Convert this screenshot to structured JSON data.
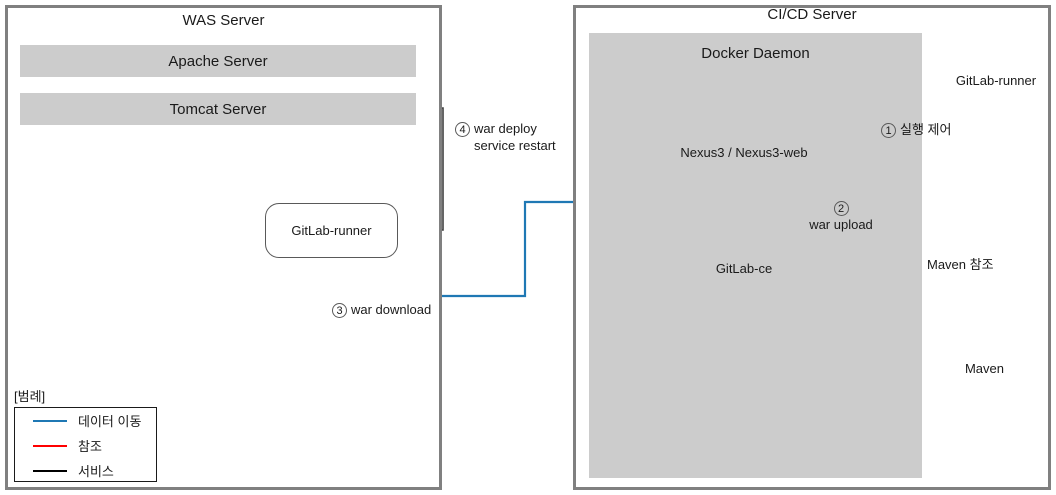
{
  "panels": {
    "was": {
      "title": "WAS Server"
    },
    "cicd": {
      "title": "CI/CD Server"
    },
    "docker": {
      "title": "Docker Daemon"
    }
  },
  "was_nodes": {
    "apache": "Apache Server",
    "tomcat": "Tomcat Server",
    "gitlab_runner": "GitLab-runner"
  },
  "cicd_nodes": {
    "nexus": "Nexus3 / Nexus3-web",
    "gitlab_ce": "GitLab-ce",
    "gitlab_runner": "GitLab-runner",
    "maven": "Maven"
  },
  "edges": {
    "step1": {
      "num": "1",
      "label": "실행 제어",
      "color": "#1f78b4",
      "kind": "data"
    },
    "step2": {
      "num": "2",
      "label": "war upload",
      "color": "#404040",
      "kind": "service"
    },
    "step3": {
      "num": "3",
      "label": "war download",
      "color": "#1f78b4",
      "kind": "data"
    },
    "step4": {
      "num": "4",
      "label": "war deploy",
      "label2": "service restart",
      "color": "#404040",
      "kind": "service"
    },
    "maven_ref": {
      "label": "Maven 참조",
      "color": "#ff0000",
      "kind": "reference"
    }
  },
  "legend": {
    "title": "[범례]",
    "items": [
      {
        "label": "데이터 이동",
        "color": "#1f78b4"
      },
      {
        "label": "참조",
        "color": "#ff0000"
      },
      {
        "label": "서비스",
        "color": "#000000"
      }
    ]
  },
  "colors": {
    "panel_border": "#808080",
    "gray_fill": "#cccccc",
    "cube_top": "#6cb4e0",
    "cube_edge": "#7fc1e8",
    "data_blue": "#1f78b4",
    "reference_red": "#ff0000",
    "service_black": "#404040"
  }
}
